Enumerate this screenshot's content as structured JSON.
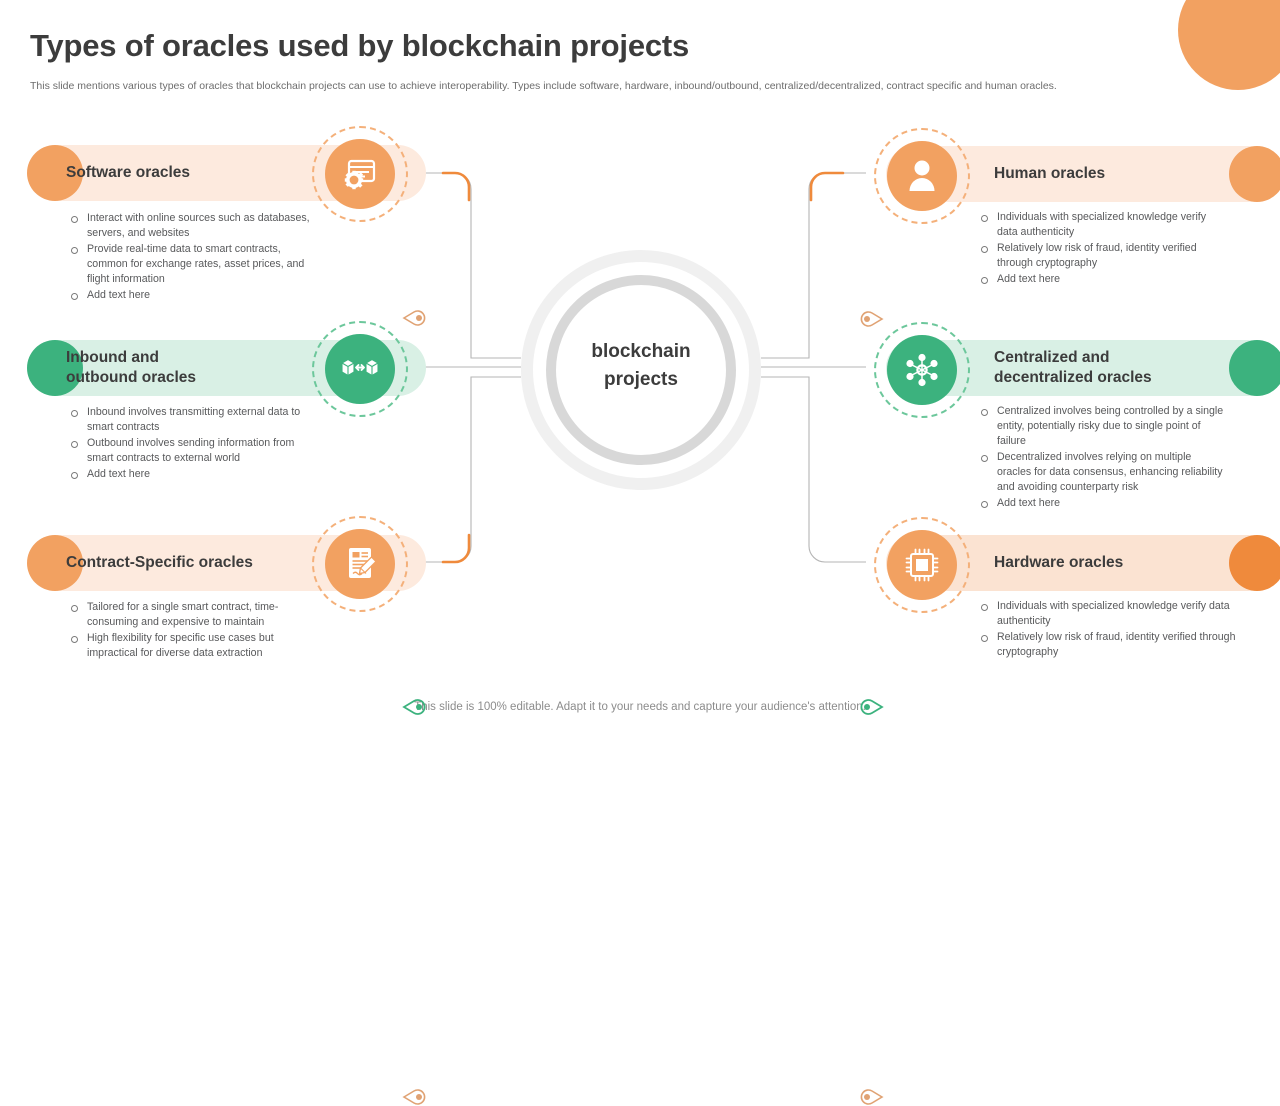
{
  "header": {
    "title": "Types of oracles used by blockchain projects",
    "subtitle": "This slide mentions various types of oracles that blockchain projects can use to achieve interoperability. Types include software, hardware, inbound/outbound, centralized/decentralized, contract specific and human oracles."
  },
  "hub": {
    "line1": "blockchain",
    "line2": "projects"
  },
  "footer": {
    "note": "This slide is 100% editable. Adapt it to your needs and capture your audience's attention."
  },
  "colors": {
    "orange": "#f2a161",
    "orange_dark": "#ef8a3c",
    "orange_tint": "#fdeade",
    "orange_tint2": "#fbe3d2",
    "green": "#3cb27e",
    "green_tint": "#d9f0e5",
    "hub_gray": "#d8d8d8",
    "hub_gray_light": "#f0f0f0",
    "text_dark": "#3c3c3c",
    "text_body": "#58595b"
  },
  "cards": {
    "software": {
      "title": "Software oracles",
      "icon": "browser-gear-icon",
      "accent": "#f2a161",
      "bullets": [
        "Interact with online sources such as databases, servers, and websites",
        "Provide real-time data to smart contracts, common for exchange rates, asset prices, and flight information",
        "Add text here"
      ]
    },
    "inbound_outbound": {
      "title_line1": "Inbound and",
      "title_line2": "outbound oracles",
      "icon": "boxes-exchange-icon",
      "accent": "#3cb27e",
      "bullets": [
        "Inbound involves transmitting external data to smart contracts",
        "Outbound involves sending information from smart contracts to external world",
        "Add text here"
      ]
    },
    "contract_specific": {
      "title": "Contract-Specific oracles",
      "icon": "contract-signature-icon",
      "accent": "#f2a161",
      "bullets": [
        "Tailored for a single smart contract, time-consuming and expensive to maintain",
        "High flexibility for specific use cases but impractical for diverse data extraction"
      ]
    },
    "human": {
      "title": "Human oracles",
      "icon": "person-icon",
      "accent": "#f2a161",
      "bullets": [
        "Individuals with specialized knowledge verify data authenticity",
        "Relatively low risk of fraud, identity verified through cryptography",
        "Add text here"
      ]
    },
    "centralized_decentralized": {
      "title_line1": "Centralized and",
      "title_line2": "decentralized oracles",
      "icon": "network-nodes-icon",
      "accent": "#3cb27e",
      "bullets": [
        "Centralized involves being controlled by a single entity, potentially risky due to single point of failure",
        "Decentralized involves relying on multiple oracles for data consensus, enhancing reliability and avoiding counterparty risk",
        "Add text here"
      ]
    },
    "hardware": {
      "title": "Hardware oracles",
      "icon": "chip-icon",
      "accent": "#ef8a3c",
      "bullets": [
        "Individuals with specialized knowledge verify data authenticity",
        "Relatively low risk of fraud, identity verified through cryptography"
      ]
    }
  }
}
